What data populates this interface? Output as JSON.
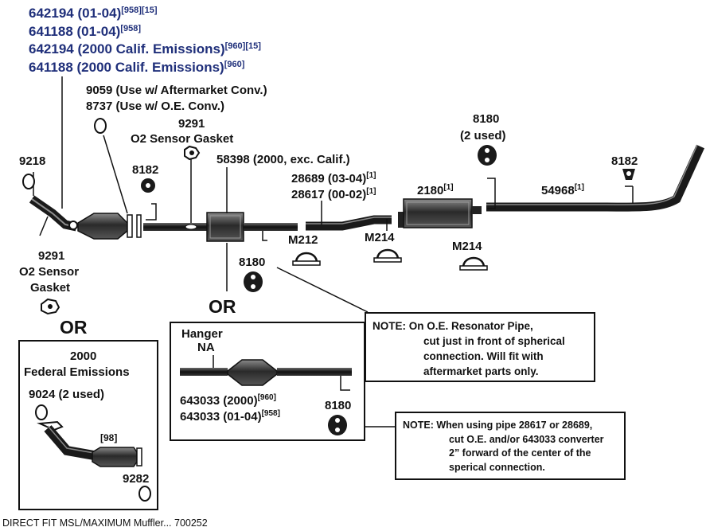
{
  "top_labels": [
    {
      "part": "642194 (01-04)",
      "sup": "[958][15]"
    },
    {
      "part": "641188 (01-04)",
      "sup": "[958]"
    },
    {
      "part": "642194 (2000 Calif. Emissions)",
      "sup": "[960][15]"
    },
    {
      "part": "641188 (2000 Calif. Emissions)",
      "sup": "[960]"
    }
  ],
  "labels": {
    "conv_9059": "9059 (Use w/ Aftermarket Conv.)",
    "conv_8737": "8737 (Use w/ O.E. Conv.)",
    "gasket_9291_top_num": "9291",
    "gasket_9291_top_desc": "O2 Sensor Gasket",
    "clamp_9218": "9218",
    "hanger_8182_left": "8182",
    "pipe_58398": "58398 (2000, exc. Calif.)",
    "pipe_28689": {
      "part": "28689 (03-04)",
      "sup": "[1]"
    },
    "pipe_28617": {
      "part": "28617 (00-02)",
      "sup": "[1]"
    },
    "muffler_2180": {
      "part": "2180",
      "sup": "[1]"
    },
    "hanger_8180_top": "8180",
    "hanger_8180_top_qty": "(2 used)",
    "hanger_8182_right": "8182",
    "tailpipe_54968": {
      "part": "54968",
      "sup": "[1]"
    },
    "clamp_m212": "M212",
    "clamp_m214_a": "M214",
    "clamp_m214_b": "M214",
    "hanger_8180_mid": "8180",
    "gasket_9291_left": [
      "9291",
      "O2 Sensor",
      "Gasket"
    ],
    "or_main": "OR",
    "or_left": "OR",
    "alt_hanger": "Hanger",
    "alt_na": "NA",
    "alt_643033_a": {
      "part": "643033 (2000)",
      "sup": "[960]"
    },
    "alt_643033_b": {
      "part": "643033 (01-04)",
      "sup": "[958]"
    },
    "hanger_8180_alt": "8180",
    "federal_title_1": "2000",
    "federal_title_2": "Federal Emissions",
    "gasket_9024": "9024 (2 used)",
    "federal_ref": "[98]",
    "gasket_9282": "9282"
  },
  "notes": {
    "note1": {
      "lead": "NOTE:",
      "lines": [
        "On O.E. Resonator Pipe,",
        "cut just in front of spherical",
        "connection. Will fit with",
        "aftermarket parts only."
      ]
    },
    "note2": {
      "lead": "NOTE:",
      "lines": [
        "When using pipe 28617 or 28689,",
        "cut O.E. and/or 643033 converter",
        "2” forward of the center of the",
        "sperical connection."
      ]
    }
  },
  "footer": "DIRECT FIT MSL/MAXIMUM Muffler... 700252",
  "colors": {
    "label_blue": "#1f2f7a",
    "ink": "#111111",
    "pipe": "#1a1a1a",
    "converter": "#3a3a3a"
  }
}
